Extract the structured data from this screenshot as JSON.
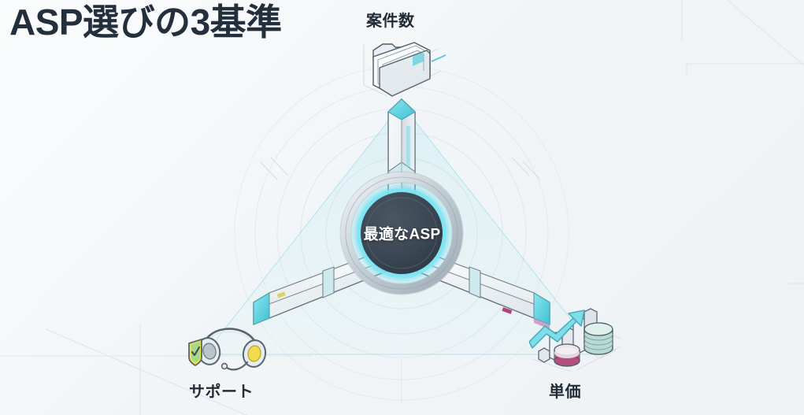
{
  "title": "ASP選びの3基準",
  "hub": {
    "label": "最適なASP",
    "fill": "#3a4652",
    "glow": "#5fd9e8"
  },
  "nodes": [
    {
      "id": "cases",
      "label": "案件数",
      "icon": "folder-stack-icon",
      "position": "top",
      "accent": "#5fd4e0"
    },
    {
      "id": "support",
      "label": "サポート",
      "icon": "headset-shield-icon",
      "position": "bottom-left",
      "accent": "#e8d84a"
    },
    {
      "id": "price",
      "label": "単価",
      "icon": "coins-growth-chart-icon",
      "position": "bottom-right",
      "accent": "#a8316f"
    }
  ],
  "diagram": {
    "shape": "three-spoke-hub",
    "spoke_count": 3,
    "triangle_overlay": true,
    "concentric_rings": 5,
    "background": "#f3f6f7",
    "beam_color": "#e9eef1",
    "beam_edge": "#5c6a74",
    "tip_color": "#6fd8e4",
    "ring_color": "#c9d2d8"
  },
  "colors": {
    "title_text": "#232f3d",
    "label_text": "#222c38",
    "hub_text": "#ffffff",
    "accent_cyan": "#5fd4e0",
    "accent_yellow": "#e8d84a",
    "accent_magenta": "#a8316f",
    "background": "#f3f6f7"
  }
}
